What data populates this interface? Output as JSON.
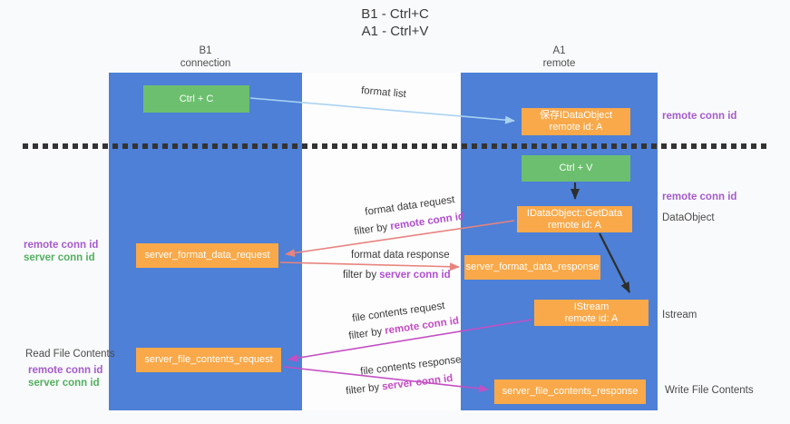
{
  "title": {
    "line1": "B1 - Ctrl+C",
    "line2": "A1 - Ctrl+V"
  },
  "columns": {
    "left": {
      "header_line1": "B1",
      "header_line2": "connection"
    },
    "right": {
      "header_line1": "A1",
      "header_line2": "remote"
    }
  },
  "boxes": {
    "ctrl_c": {
      "label": "Ctrl + C"
    },
    "save_idataobject": {
      "line1": "保存IDataObject",
      "line2": "remote id: A"
    },
    "ctrl_v": {
      "label": "Ctrl + V"
    },
    "getdata": {
      "line1": "IDataObject::GetData",
      "line2": "remote id: A"
    },
    "server_format_data_request": {
      "label": "server_format_data_request"
    },
    "server_format_data_response": {
      "label": "server_format_data_response"
    },
    "istream": {
      "line1": "IStream",
      "line2": "remote id: A"
    },
    "server_file_contents_request": {
      "label": "server_file_contents_request"
    },
    "server_file_contents_response": {
      "label": "server_file_contents_response"
    }
  },
  "arrow_labels": {
    "format_list": "format list",
    "format_data_request": "format data request",
    "format_data_response": "format data response",
    "file_contents_request": "file contents request",
    "file_contents_response": "file contents response",
    "filter_by": "filter by",
    "remote_conn_id": "remote conn id",
    "server_conn_id": "server conn id"
  },
  "side_labels": {
    "remote_conn_id": "remote conn id",
    "server_conn_id": "server conn id",
    "dataobject": "DataObject",
    "istream": "Istream",
    "read_file_contents": "Read File Contents",
    "write_file_contents": "Write File Contents"
  },
  "colors": {
    "lane_blue": "#4d80d6",
    "box_green": "#6cbf6e",
    "box_orange": "#f9a94a",
    "arrow_light_blue": "#aad2f2",
    "arrow_salmon": "#e8837d",
    "arrow_magenta": "#c44fc4",
    "arrow_black": "#2e2e2e",
    "label_violet": "#a55bcd",
    "label_green": "#53b05f"
  }
}
